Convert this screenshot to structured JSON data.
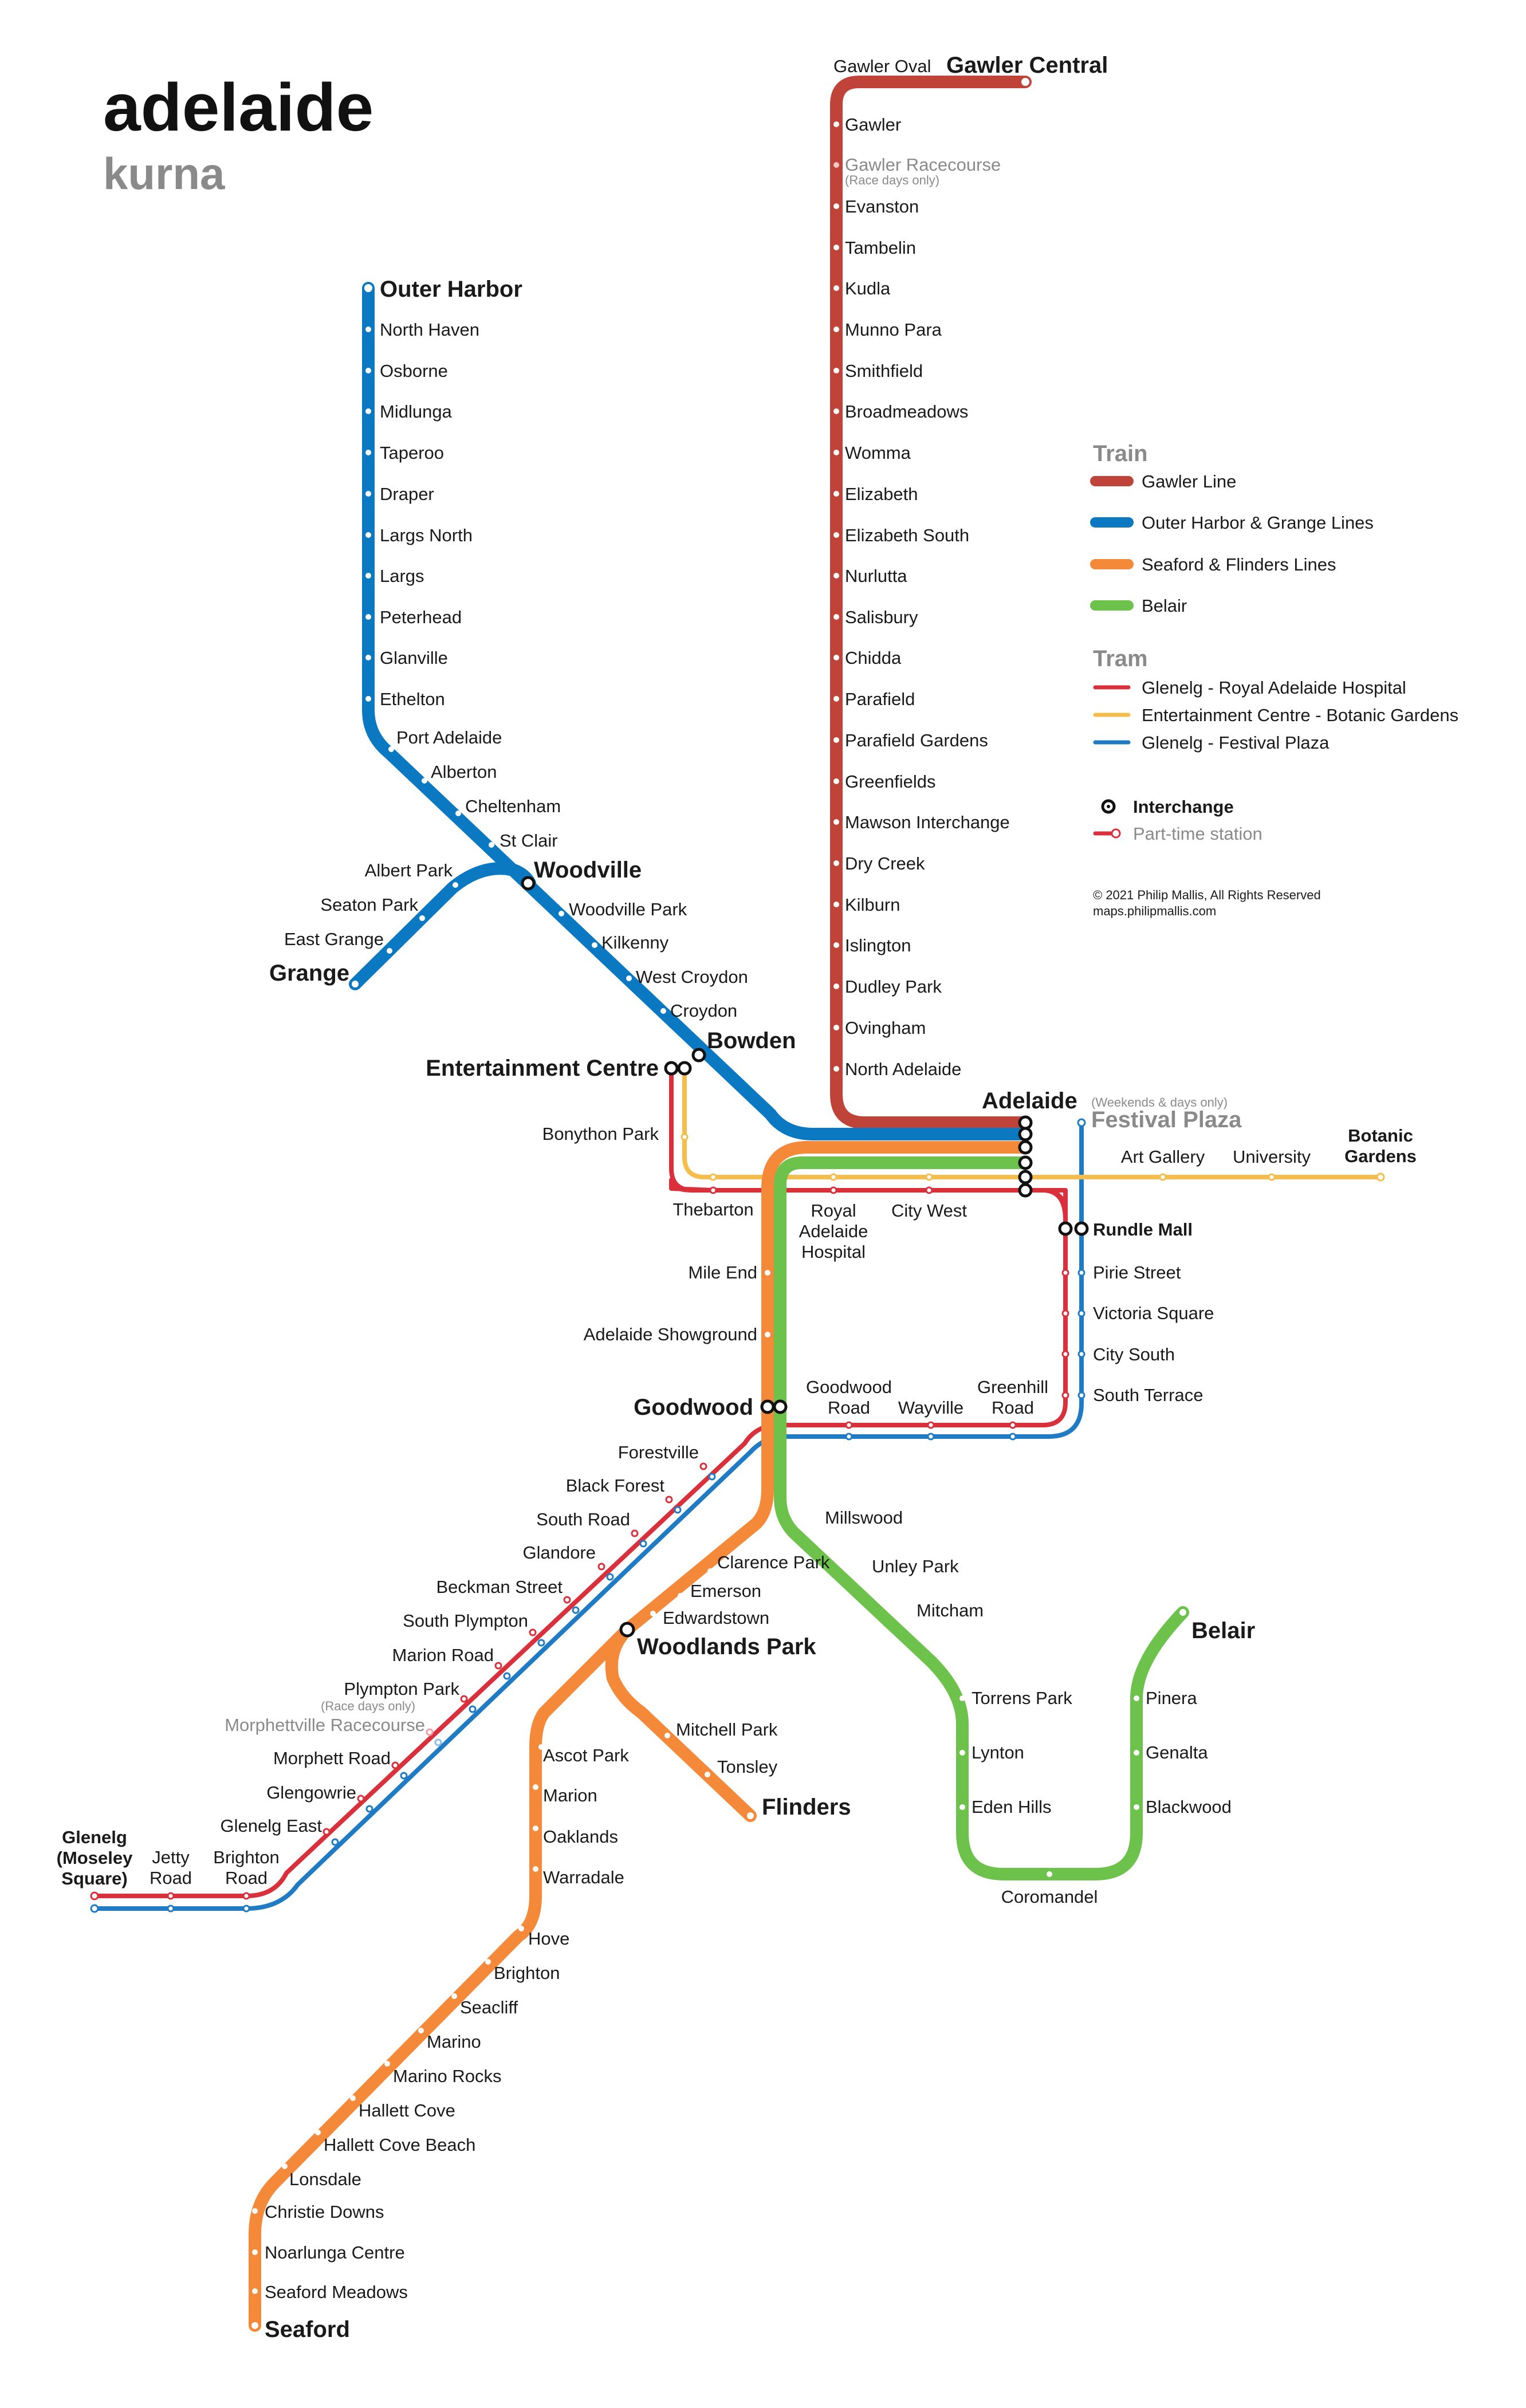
{
  "title": "adelaide",
  "subtitle": "kurna",
  "colors": {
    "gawler": "#c0433a",
    "outer_harbor": "#0a79c2",
    "seaford": "#f5893a",
    "belair": "#6cc24a",
    "tram_glenelg_rah": "#d9303c",
    "tram_ent_botanic": "#f5bd4b",
    "tram_glenelg_festival": "#1f7bc4"
  },
  "legend": {
    "train_heading": "Train",
    "train_items": [
      "Gawler Line",
      "Outer Harbor & Grange Lines",
      "Seaford & Flinders Lines",
      "Belair"
    ],
    "tram_heading": "Tram",
    "tram_items": [
      "Glenelg - Royal Adelaide Hospital",
      "Entertainment Centre - Botanic Gardens",
      "Glenelg - Festival Plaza"
    ],
    "interchange": "Interchange",
    "part_time": "Part-time station",
    "copyright": "© 2021 Philip Mallis, All Rights Reserved",
    "url": "maps.philipmallis.com"
  },
  "notes": {
    "race_days": "(Race days only)",
    "weekends": "(Weekends & days only)"
  },
  "stations": {
    "gawler": [
      "Gawler Oval",
      "Gawler Central",
      "Gawler",
      "Gawler Racecourse",
      "Evanston",
      "Tambelin",
      "Kudla",
      "Munno Para",
      "Smithfield",
      "Broadmeadows",
      "Womma",
      "Elizabeth",
      "Elizabeth South",
      "Nurlutta",
      "Salisbury",
      "Chidda",
      "Parafield",
      "Parafield Gardens",
      "Greenfields",
      "Mawson Interchange",
      "Dry Creek",
      "Kilburn",
      "Islington",
      "Dudley Park",
      "Ovingham",
      "North Adelaide",
      "Adelaide"
    ],
    "outer_harbor": [
      "Outer Harbor",
      "North Haven",
      "Osborne",
      "Midlunga",
      "Taperoo",
      "Draper",
      "Largs North",
      "Largs",
      "Peterhead",
      "Glanville",
      "Ethelton",
      "Port Adelaide",
      "Alberton",
      "Cheltenham",
      "St Clair",
      "Woodville",
      "Woodville Park",
      "Kilkenny",
      "West Croydon",
      "Croydon",
      "Bowden"
    ],
    "grange": [
      "Albert Park",
      "Seaton Park",
      "East Grange",
      "Grange"
    ],
    "seaford": [
      "Mile End",
      "Adelaide Showground",
      "Goodwood",
      "Clarence Park",
      "Emerson",
      "Edwardstown",
      "Woodlands Park",
      "Ascot Park",
      "Marion",
      "Oaklands",
      "Warradale",
      "Hove",
      "Brighton",
      "Seacliff",
      "Marino",
      "Marino Rocks",
      "Hallett Cove",
      "Hallett Cove Beach",
      "Lonsdale",
      "Christie Downs",
      "Noarlunga Centre",
      "Seaford Meadows",
      "Seaford"
    ],
    "flinders": [
      "Mitchell Park",
      "Tonsley",
      "Flinders"
    ],
    "belair": [
      "Millswood",
      "Unley Park",
      "Mitcham",
      "Torrens Park",
      "Lynton",
      "Eden Hills",
      "Coromandel",
      "Blackwood",
      "Genalta",
      "Pinera",
      "Belair"
    ],
    "tram_city": [
      "Entertainment Centre",
      "Bonython Park",
      "Thebarton",
      "Royal Adelaide Hospital",
      "City West",
      "Festival Plaza",
      "Art Gallery",
      "University",
      "Botanic Gardens",
      "Rundle Mall",
      "Pirie Street",
      "Victoria Square",
      "City South",
      "South Terrace",
      "Greenhill Road",
      "Wayville",
      "Goodwood Road"
    ],
    "tram_south": [
      "Forestville",
      "Black Forest",
      "South Road",
      "Glandore",
      "Beckman Street",
      "South Plympton",
      "Marion Road",
      "Plympton Park",
      "Morphettville Racecourse",
      "Morphett Road",
      "Glengowrie",
      "Glenelg East",
      "Brighton Road",
      "Jetty Road",
      "Glenelg (Moseley Square)"
    ]
  }
}
